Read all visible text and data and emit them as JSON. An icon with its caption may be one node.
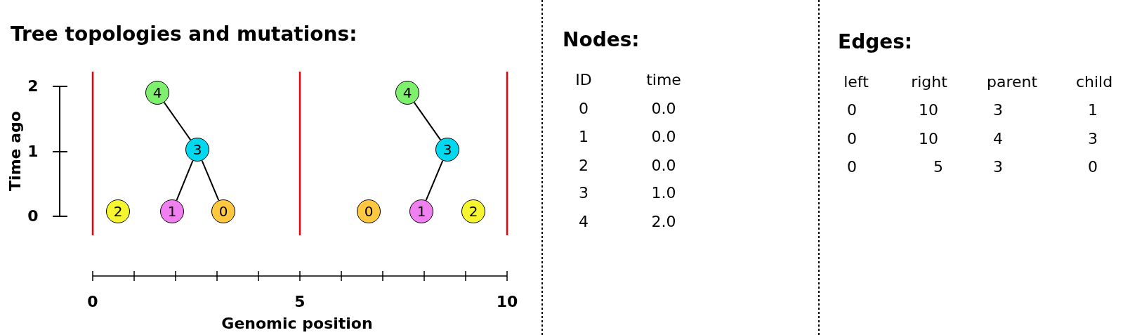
{
  "diagram": {
    "nodes": [
      {
        "text": [
          "4"
        ]
      },
      {
        "text": [
          "3"
        ]
      },
      {
        "text": [
          "2"
        ]
      },
      {
        "text": [
          "1"
        ]
      },
      {
        "text": [
          "0"
        ]
      },
      {
        "text": [
          "4"
        ]
      },
      {
        "text": [
          "3"
        ]
      },
      {
        "text": [
          "0"
        ]
      },
      {
        "text": [
          "1"
        ]
      },
      {
        "text": [
          "2"
        ]
      }
    ],
    "edges": [
      {
        "from": 0,
        "to": 1,
        "arrow": "none"
      },
      {
        "from": 1,
        "to": 3,
        "arrow": "none"
      },
      {
        "from": 1,
        "to": 4,
        "arrow": "none"
      },
      {
        "from": 5,
        "to": 6,
        "arrow": "none"
      },
      {
        "from": 6,
        "to": 8,
        "arrow": "none"
      }
    ],
    "labels": [
      "Tree topologies and mutations:",
      "2",
      "1",
      "0",
      "Time ago",
      "0",
      "5",
      "10",
      "Genomic position",
      "Nodes:",
      "ID",
      "time",
      "0",
      "0.0",
      "1",
      "0.0",
      "2",
      "0.0",
      "3",
      "1.0",
      "4",
      "2.0",
      "Edges:",
      "left",
      "right",
      "parent",
      "child",
      "0",
      "10",
      "3",
      "1",
      "0",
      "10",
      "4",
      "3",
      "0",
      "5",
      "3",
      "0"
    ]
  }
}
